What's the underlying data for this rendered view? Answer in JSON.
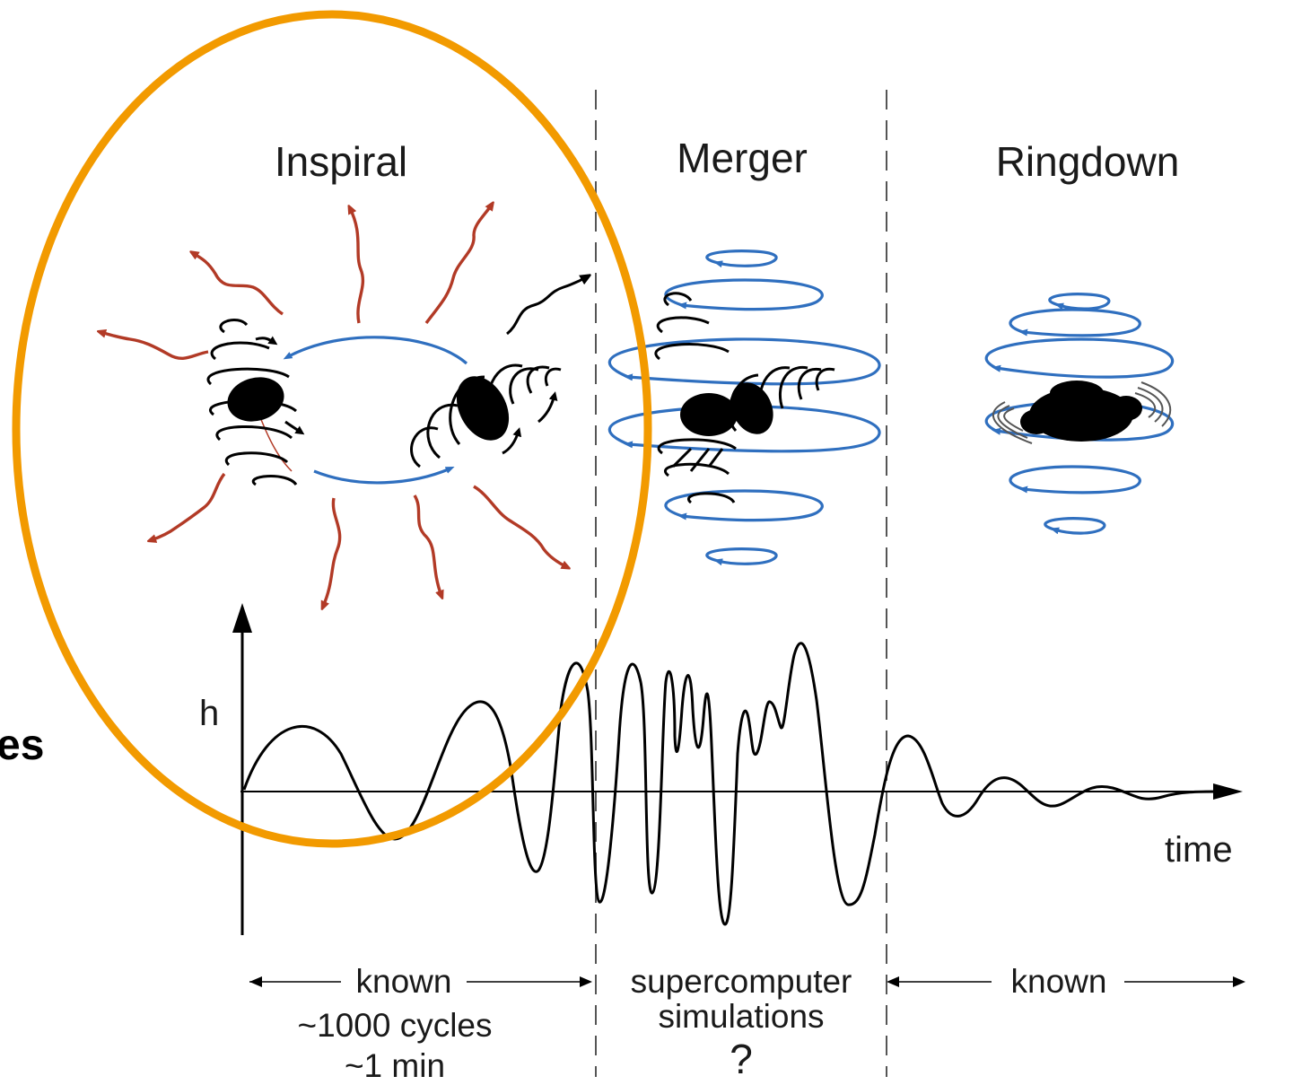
{
  "diagram": {
    "phases": [
      {
        "id": "inspiral",
        "label": "Inspiral"
      },
      {
        "id": "merger",
        "label": "Merger"
      },
      {
        "id": "ringdown",
        "label": "Ringdown"
      }
    ],
    "axes": {
      "y_label": "h",
      "x_label": "time"
    },
    "annotations": {
      "left_known": "known",
      "middle": "supercomputer",
      "middle_line2": "simulations",
      "middle_q": "?",
      "right_known": "known",
      "cycles": "~1000 cycles",
      "duration": "~1 min"
    },
    "cutoff_text": "es",
    "colors": {
      "highlight": "#f29a00",
      "waves_blue": "#2f6fbf",
      "radiation_red": "#b23a26",
      "ink": "#000000"
    }
  }
}
